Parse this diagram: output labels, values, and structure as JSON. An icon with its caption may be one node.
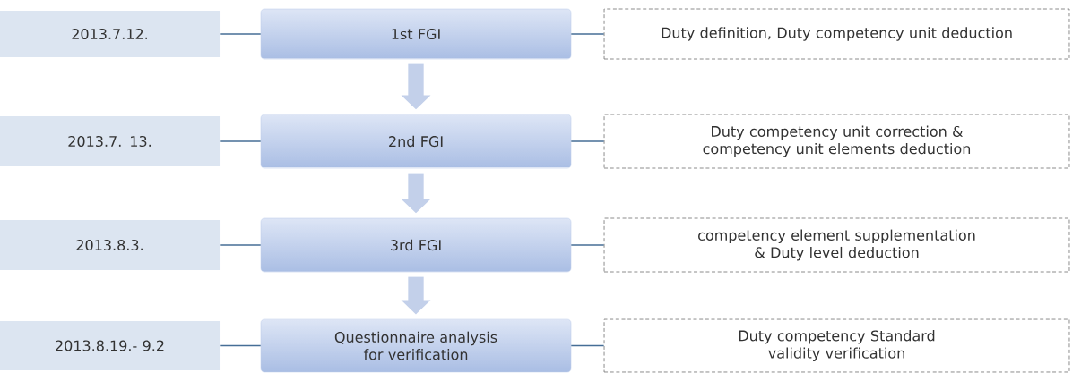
{
  "diagram": {
    "nodes": [
      {
        "text": [
          "2013.7.12."
        ]
      },
      {
        "text": [
          "1st FGI"
        ]
      },
      {
        "text": [
          "Duty definition, Duty competency unit deduction"
        ]
      },
      {
        "text": [
          "2013.7. 13."
        ]
      },
      {
        "text": [
          "2nd FGI"
        ]
      },
      {
        "text": [
          "Duty competency unit correction & competency unit elements deduction"
        ]
      },
      {
        "text": [
          "2013.8.3."
        ]
      },
      {
        "text": [
          "3rd FGI"
        ]
      },
      {
        "text": [
          "competency element supplementation & Duty level deduction"
        ]
      },
      {
        "text": [
          "2013.8.19.- 9.2"
        ]
      },
      {
        "text": [
          "Questionnaire analysis for verification"
        ]
      },
      {
        "text": [
          "Duty competency Standard validity verification"
        ]
      }
    ],
    "edges": [
      {
        "from": 0,
        "to": 1,
        "arrow": "none"
      },
      {
        "from": 1,
        "to": 2,
        "arrow": "none"
      },
      {
        "from": 3,
        "to": 4,
        "arrow": "none"
      },
      {
        "from": 4,
        "to": 5,
        "arrow": "none"
      },
      {
        "from": 6,
        "to": 7,
        "arrow": "none"
      },
      {
        "from": 7,
        "to": 8,
        "arrow": "none"
      },
      {
        "from": 9,
        "to": 10,
        "arrow": "none"
      },
      {
        "from": 10,
        "to": 11,
        "arrow": "none"
      },
      {
        "from": 1,
        "to": 4,
        "arrow": "to",
        "style": "thick",
        "color": "#c3d0ea"
      },
      {
        "from": 4,
        "to": 7,
        "arrow": "to",
        "style": "thick",
        "color": "#c3d0ea"
      },
      {
        "from": 7,
        "to": 10,
        "arrow": "to",
        "style": "thick",
        "color": "#c3d0ea"
      }
    ]
  }
}
